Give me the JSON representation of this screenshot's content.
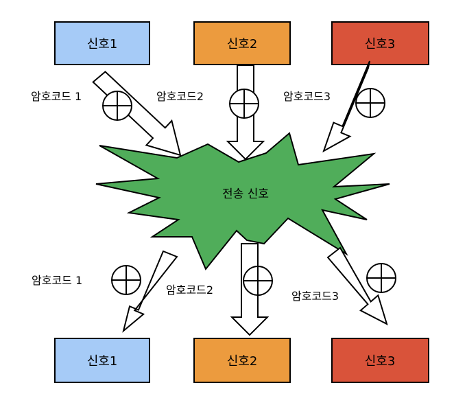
{
  "signals_top": [
    {
      "label": "신호1",
      "color": "#a6cbf7"
    },
    {
      "label": "신호2",
      "color": "#ec9b3e"
    },
    {
      "label": "신호3",
      "color": "#d9533a"
    }
  ],
  "signals_bottom": [
    {
      "label": "신호1",
      "color": "#a6cbf7"
    },
    {
      "label": "신호2",
      "color": "#ec9b3e"
    },
    {
      "label": "신호3",
      "color": "#d9533a"
    }
  ],
  "codes_top": [
    "암호코드 1",
    "암호코드2",
    "암호코드3"
  ],
  "codes_bottom": [
    "암호코드 1",
    "암호코드2",
    "암호코드3"
  ],
  "center": {
    "label": "전송 신호",
    "color": "#50ad5a"
  },
  "icons": {
    "xor": "circled-plus-icon",
    "arrow": "hollow-arrow-icon"
  }
}
